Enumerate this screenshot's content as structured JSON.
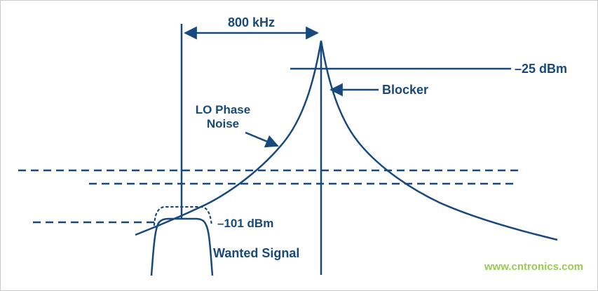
{
  "figure": {
    "offset_label": "800 kHz",
    "blocker_level_label": "–25 dBm",
    "blocker_label": "Blocker",
    "lo_phase_noise_line1": "LO Phase",
    "lo_phase_noise_line2": "Noise",
    "wanted_level_label": "–101 dBm",
    "wanted_signal_label": "Wanted Signal",
    "watermark": "www.cntronics.com",
    "colors": {
      "primary": "#17497c",
      "watermark_green": "#8cc63e",
      "border": "#c9c9c9"
    }
  }
}
